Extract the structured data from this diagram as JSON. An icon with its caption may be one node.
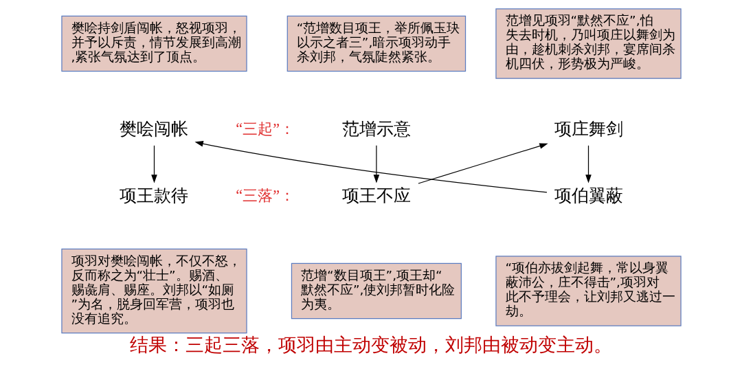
{
  "diagram": {
    "caption": "结果：三起三落，项羽由主动变被动，刘邦由被动变主动。",
    "nodes": [
      {
        "text": [
          "“范增数目项王，举所佩玉玦以示之者三”,暗示项羽动手杀刘邦，气氛陡然紧张。"
        ]
      },
      {
        "text": [
          "范增见项羽“默然不应”,怕失去时机，乃叫项庄以舞剑为由，趁机刺杀刘邦，宴席间杀机四伏，形势极为严峻。"
        ]
      },
      {
        "text": [
          "樊哙持剑盾闯帐，怒视项羽，并予以斥责，情节发展到高潮,紧张气氛达到了顶点。"
        ]
      },
      {
        "text": [
          "范增示意"
        ]
      },
      {
        "text": [
          "项庄舞剑"
        ]
      },
      {
        "text": [
          "樊哙闯帐"
        ]
      },
      {
        "text": [
          "项王不应"
        ]
      },
      {
        "text": [
          "项伯翼蔽"
        ]
      },
      {
        "text": [
          "项王款待"
        ]
      },
      {
        "text": [
          "范增“数目项王”,项王却“默然不应”,使刘邦暂时化险为夷。"
        ]
      },
      {
        "text": [
          "“项伯亦拔剑起舞，常以身翼蔽沛公，庄不得击”,项羽对此不予理会，让刘邦又逃过一劫。"
        ]
      },
      {
        "text": [
          "项羽对樊哙闯帐，不仅不怒，反而称之为“壮士”。赐酒、赐彘肩、赐座。刘邦以“如厕”为名，脱身回军营，项羽也没有追究。"
        ]
      }
    ],
    "edges": [
      {
        "from": 3,
        "to": 6,
        "arrow": "to"
      },
      {
        "from": 6,
        "to": 4,
        "arrow": "to"
      },
      {
        "from": 4,
        "to": 7,
        "arrow": "to"
      },
      {
        "from": 7,
        "to": 5,
        "arrow": "to"
      },
      {
        "from": 5,
        "to": 8,
        "arrow": "to"
      }
    ],
    "labels": [
      "“三起”：",
      "“三落”："
    ]
  }
}
